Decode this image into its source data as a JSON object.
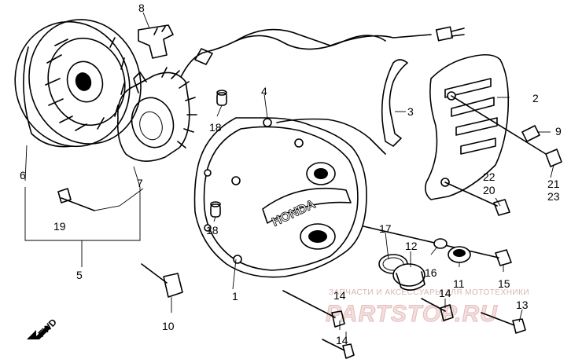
{
  "diagram": {
    "part_labels": [
      "1",
      "2",
      "3",
      "4",
      "5",
      "6",
      "7",
      "8",
      "9",
      "10",
      "11",
      "12",
      "13",
      "14",
      "14",
      "14",
      "15",
      "16",
      "17",
      "18",
      "18",
      "19",
      "20",
      "21",
      "22",
      "23"
    ],
    "direction_label": "FWD",
    "cover_brand": "HONDA"
  },
  "watermark": {
    "tagline": "ЗАПЧАСТИ И АКСЕССУАРЫ ДЛЯ МОТОТЕХНИКИ",
    "site": "PARTSTOP.RU"
  }
}
